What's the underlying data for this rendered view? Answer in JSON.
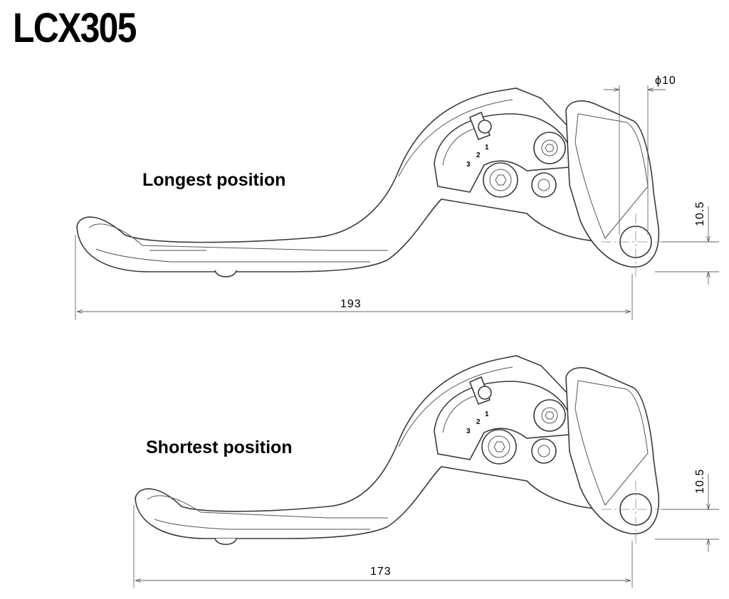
{
  "title": "LCX305",
  "longest": {
    "label": "Longest position",
    "length": "193",
    "offset": "10.5",
    "diameter": "ϕ10",
    "scale": [
      "3",
      "2",
      "1"
    ]
  },
  "shortest": {
    "label": "Shortest position",
    "length": "173",
    "offset": "10.5",
    "scale": [
      "3",
      "2",
      "1"
    ]
  }
}
